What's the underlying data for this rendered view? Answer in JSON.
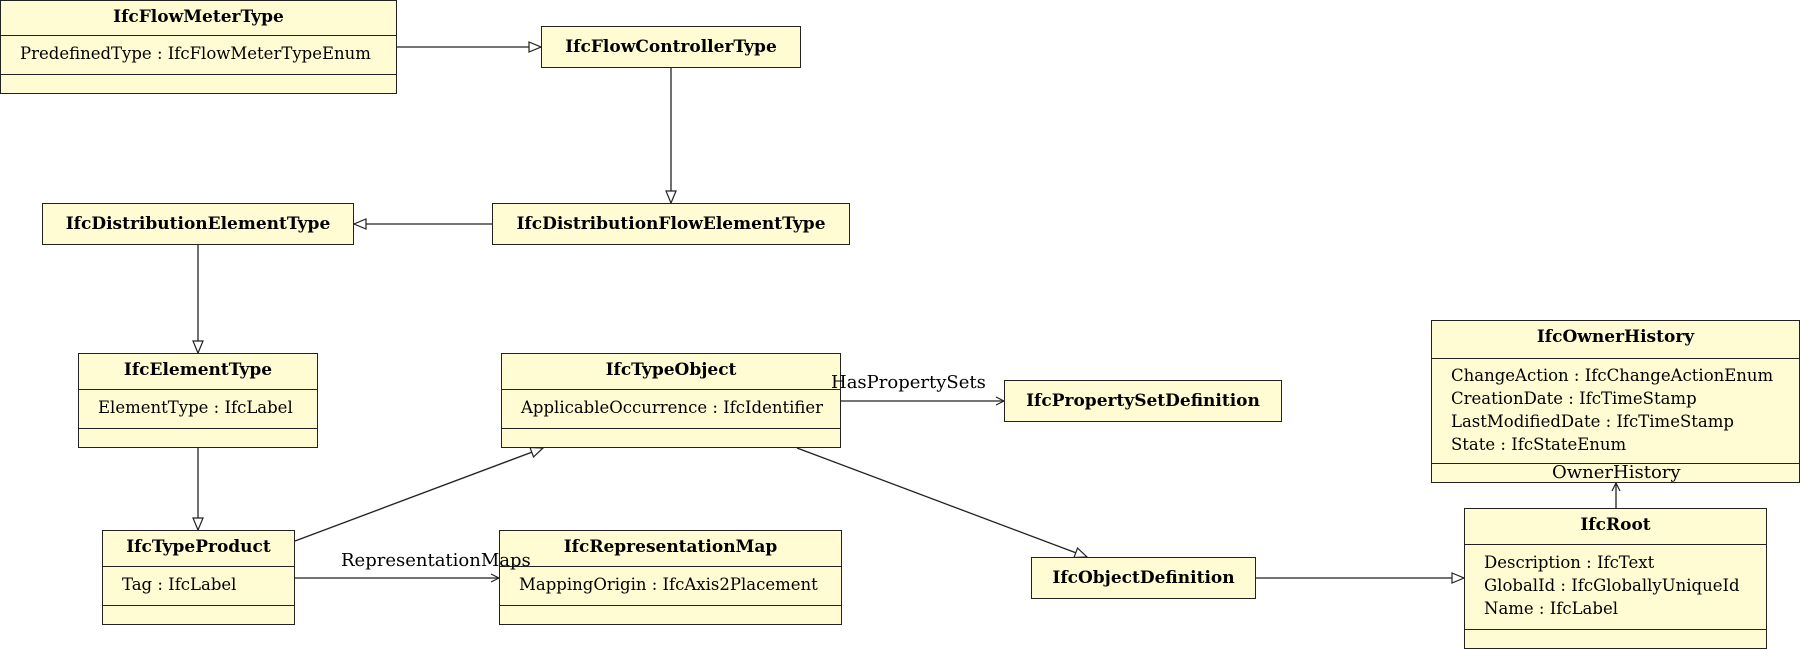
{
  "classes": {
    "flow_meter_type": {
      "name": "IfcFlowMeterType",
      "attrs": [
        "PredefinedType : IfcFlowMeterTypeEnum"
      ]
    },
    "flow_controller_type": {
      "name": "IfcFlowControllerType"
    },
    "distribution_flow_element_type": {
      "name": "IfcDistributionFlowElementType"
    },
    "distribution_element_type": {
      "name": "IfcDistributionElementType"
    },
    "element_type": {
      "name": "IfcElementType",
      "attrs": [
        "ElementType : IfcLabel"
      ]
    },
    "type_product": {
      "name": "IfcTypeProduct",
      "attrs": [
        "Tag : IfcLabel"
      ]
    },
    "type_object": {
      "name": "IfcTypeObject",
      "attrs": [
        "ApplicableOccurrence : IfcIdentifier"
      ]
    },
    "property_set_definition": {
      "name": "IfcPropertySetDefinition"
    },
    "representation_map": {
      "name": "IfcRepresentationMap",
      "attrs": [
        "MappingOrigin : IfcAxis2Placement"
      ]
    },
    "object_definition": {
      "name": "IfcObjectDefinition"
    },
    "owner_history": {
      "name": "IfcOwnerHistory",
      "attrs": [
        "ChangeAction : IfcChangeActionEnum",
        "CreationDate : IfcTimeStamp",
        "LastModifiedDate : IfcTimeStamp",
        "State : IfcStateEnum"
      ]
    },
    "root": {
      "name": "IfcRoot",
      "attrs": [
        "Description : IfcText",
        "GlobalId : IfcGloballyUniqueId",
        "Name : IfcLabel"
      ]
    }
  },
  "associations": {
    "has_property_sets": "HasPropertySets",
    "representation_maps": "RepresentationMaps",
    "owner_history": "OwnerHistory"
  }
}
